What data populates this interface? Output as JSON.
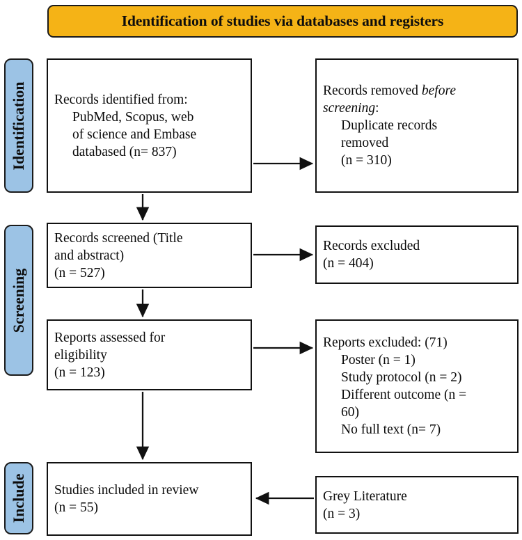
{
  "diagram": {
    "header": {
      "title": "Identification of studies via databases and registers",
      "background_color": "#F5B316",
      "border_color": "#1a1a1a"
    },
    "stage_labels": [
      {
        "id": "identification",
        "text": "Identification",
        "background_color": "#9CC3E5"
      },
      {
        "id": "screening",
        "text": "Screening",
        "background_color": "#9CC3E5"
      },
      {
        "id": "include",
        "text": "Include",
        "background_color": "#9CC3E5"
      }
    ],
    "boxes": {
      "identified": {
        "lines": [
          {
            "text": "Records identified from:",
            "indent": false
          },
          {
            "text": "PubMed, Scopus, web",
            "indent": true
          },
          {
            "text": "of science and Embase",
            "indent": true
          },
          {
            "text": "databased (n= 837)",
            "indent": true
          }
        ],
        "n": 837
      },
      "removed": {
        "lines": [
          {
            "text": "Records removed ",
            "italic_text": "before",
            "indent": false
          },
          {
            "text": "screening",
            "italic_leading": true,
            "suffix": ":",
            "indent": false
          },
          {
            "text": "Duplicate records",
            "indent": true
          },
          {
            "text": "removed",
            "indent": true
          },
          {
            "text": "(n = 310)",
            "indent": true
          }
        ],
        "n": 310
      },
      "screened": {
        "lines": [
          {
            "text": "Records screened (Title",
            "indent": false
          },
          {
            "text": "and abstract)",
            "indent": false
          },
          {
            "text": "(n = 527)",
            "indent": false
          }
        ],
        "n": 527
      },
      "excluded_records": {
        "lines": [
          {
            "text": "Records excluded",
            "indent": false
          },
          {
            "text": "(n = 404)",
            "indent": false
          }
        ],
        "n": 404
      },
      "assessed": {
        "lines": [
          {
            "text": "Reports assessed for",
            "indent": false
          },
          {
            "text": "eligibility",
            "indent": false
          },
          {
            "text": "(n = 123)",
            "indent": false
          }
        ],
        "n": 123
      },
      "excluded_reports": {
        "lines": [
          {
            "text": "Reports excluded: (71)",
            "indent": false
          },
          {
            "text": "Poster (n = 1)",
            "indent": true
          },
          {
            "text": "Study protocol (n = 2)",
            "indent": true
          },
          {
            "text": "Different outcome (n =",
            "indent": true
          },
          {
            "text": "60)",
            "indent": true
          },
          {
            "text": "No full text (n= 7)",
            "indent": true
          }
        ],
        "n": 71
      },
      "included": {
        "lines": [
          {
            "text": "Studies included in review",
            "indent": false
          },
          {
            "text": "(n = 55)",
            "indent": false
          }
        ],
        "n": 55
      },
      "grey_literature": {
        "lines": [
          {
            "text": "Grey Literature",
            "indent": false
          },
          {
            "text": "(n = 3)",
            "indent": false
          }
        ],
        "n": 3
      }
    }
  }
}
